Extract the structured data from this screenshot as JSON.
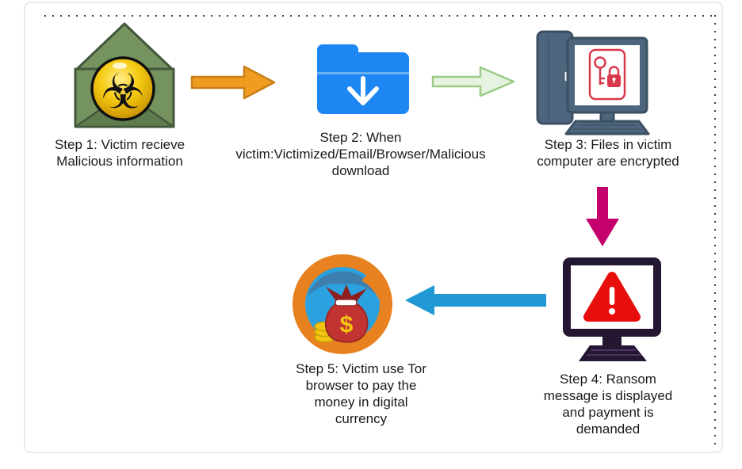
{
  "diagram": {
    "steps": [
      {
        "id": 1,
        "label": "Step 1: Victim recieve\nMalicious information",
        "icon": "malicious-email-biohazard-icon"
      },
      {
        "id": 2,
        "label": "Step 2: When\nvictim:Victimized/Email/Browser/Malicious\ndownload",
        "icon": "download-folder-icon"
      },
      {
        "id": 3,
        "label": "Step 3: Files in victim\ncomputer are encrypted",
        "icon": "encrypted-computer-icon"
      },
      {
        "id": 4,
        "label": "Step 4: Ransom\nmessage is displayed\nand payment is\ndemanded",
        "icon": "ransom-alert-monitor-icon"
      },
      {
        "id": 5,
        "label": "Step 5: Victim use Tor\nbrowser to pay the\nmoney in digital\ncurrency",
        "icon": "tor-browser-money-icon"
      }
    ],
    "arrows": [
      {
        "from": 1,
        "to": 2,
        "direction": "right",
        "color": "#F09C20"
      },
      {
        "from": 2,
        "to": 3,
        "direction": "right",
        "color": "#E7F3E1"
      },
      {
        "from": 3,
        "to": 4,
        "direction": "down",
        "color": "#C4006E"
      },
      {
        "from": 4,
        "to": 5,
        "direction": "left",
        "color": "#2098D4"
      }
    ],
    "glyphs": {
      "biohazard": "☣",
      "currency": "$"
    }
  },
  "colors": {
    "card-border": "#eaeaea",
    "dot": "#3b3b3b",
    "text": "#1a1a1a",
    "env-green": "#74935f",
    "env-border": "#43573b",
    "env-fold": "#5f7c4e",
    "bio-yellow": "#f5c511",
    "folder-blue": "#1e86f2",
    "arrow-orange": "#f09c20",
    "arrow-orange-border": "#c87e17",
    "arrow-green-fill": "#e7f3e1",
    "arrow-green-border": "#9ccb87",
    "arrow-magenta": "#c4006e",
    "arrow-blue": "#2098d4",
    "pc-slate": "#4d657d",
    "pc-slate-dark": "#3c5064",
    "icon-red": "#d9384a",
    "monitor-dark": "#241731",
    "alert-red": "#e90e0e",
    "ff-orange": "#e8811f",
    "ff-blue": "#2ba2df",
    "ff-blue-dark": "#3c7fae",
    "bag-red": "#c23431",
    "bag-dark": "#8f1f1f",
    "coin-gold": "#f2c511"
  }
}
